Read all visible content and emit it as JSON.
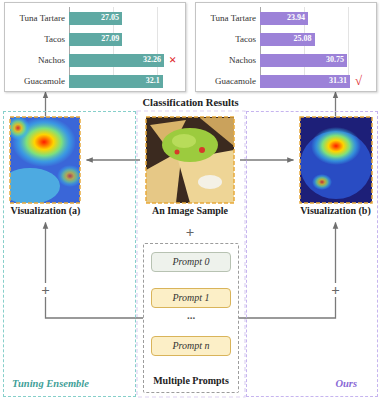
{
  "diagram": {
    "nodes": [
      {
        "text": [
          "Tuna Tartare",
          "27.05",
          "Tacos",
          "27.09",
          "Nachos",
          "32.26",
          "Guacamole",
          "32.1",
          "×"
        ]
      },
      {
        "text": [
          "Tuna Tartare",
          "23.94",
          "Tacos",
          "25.08",
          "Nachos",
          "30.75",
          "Guacamole",
          "31.31",
          "√"
        ]
      },
      {
        "text": [
          "Tuning Ensemble"
        ]
      },
      {
        "text": [
          "Visualization (a)"
        ],
        "in": 2
      },
      {
        "text": [
          "Ours"
        ]
      },
      {
        "text": [
          "Visualization (b)"
        ],
        "in": 4
      },
      {
        "text": [
          "An Image Sample"
        ]
      },
      {
        "text": [
          "Multiple Prompts"
        ]
      },
      {
        "text": [
          "Prompt 0"
        ],
        "in": 7
      },
      {
        "text": [
          "Prompt 1"
        ],
        "in": 7
      },
      {
        "text": [
          "Prompt n"
        ],
        "in": 7
      }
    ],
    "edges": [
      {
        "from": 6,
        "to": 3,
        "arrow": "to"
      },
      {
        "from": 6,
        "to": 5,
        "arrow": "to"
      },
      {
        "from": 7,
        "to": 3,
        "arrow": "to",
        "label": "+"
      },
      {
        "from": 7,
        "to": 5,
        "arrow": "to",
        "label": "+"
      },
      {
        "from": 3,
        "to": 0,
        "arrow": "to"
      },
      {
        "from": 5,
        "to": 1,
        "arrow": "to"
      }
    ],
    "labels": [
      "Classification Results",
      "+",
      "..."
    ]
  }
}
